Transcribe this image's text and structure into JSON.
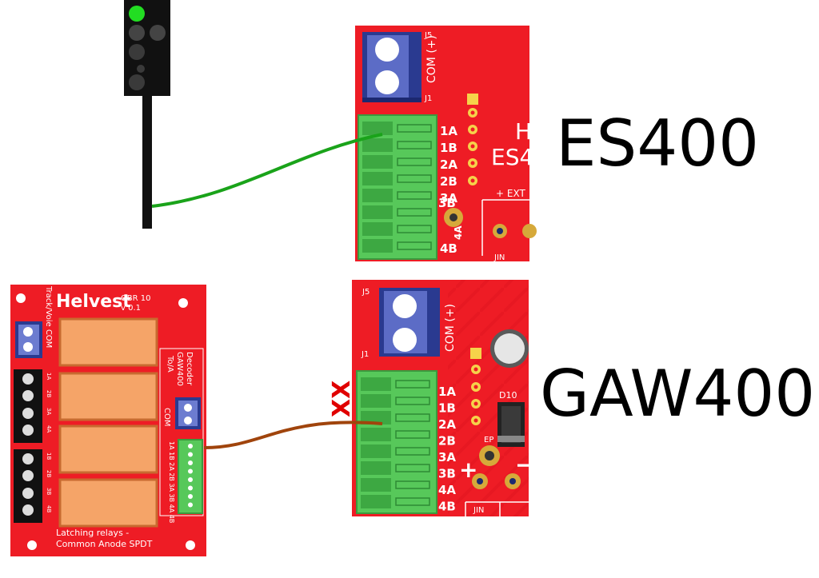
{
  "labels": {
    "es400": "ES400",
    "gaw400": "GAW400",
    "crossed_out": "XX"
  },
  "es400_board": {
    "connector_ref": "J5",
    "connector_pins": "COM (+)",
    "header_ref": "J1",
    "pins": [
      "1A",
      "1B",
      "2A",
      "2B",
      "3A",
      "3B",
      "4A",
      "4B"
    ],
    "side_text_1": "H",
    "side_text_2": "ES4",
    "ext_label": "+ EXT",
    "jin_label": "JIN"
  },
  "gaw400_board": {
    "connector_ref": "J5",
    "connector_pins": "COM (+)",
    "header_ref": "J1",
    "pins": [
      "1A",
      "1B",
      "2A",
      "2B",
      "3A",
      "3B",
      "4A",
      "4B"
    ],
    "diode_ref": "D10",
    "ep_label": "EP",
    "plus": "+",
    "minus": "−",
    "jin_label": "JIN"
  },
  "gbr10_board": {
    "brand": "Helvest",
    "model": "GBR 10",
    "version": "v 0.1",
    "track_label": "Track/Voie COM",
    "decoder_label_1": "To/A",
    "decoder_label_2": "GAW400",
    "decoder_label_3": "Decoder",
    "com_label": "COM",
    "pin_strip_label": "1A 1B 2A 2B 3A 3B 4A 4B",
    "left_pins_top": [
      "1A",
      "2B",
      "3A",
      "4A"
    ],
    "left_pins_bottom": [
      "1B",
      "2B",
      "3B",
      "4B"
    ],
    "footer_1": "Latching relays -",
    "footer_2": "Common Anode SPDT"
  },
  "colors": {
    "pcb_red": "#ee1c25",
    "terminal_green": "#57c85a",
    "terminal_blue": "#4a58a8",
    "relay_orange": "#f5a468",
    "wire_green": "#1aa31a",
    "wire_brown": "#a0440c",
    "signal_green": "#22dd22"
  }
}
